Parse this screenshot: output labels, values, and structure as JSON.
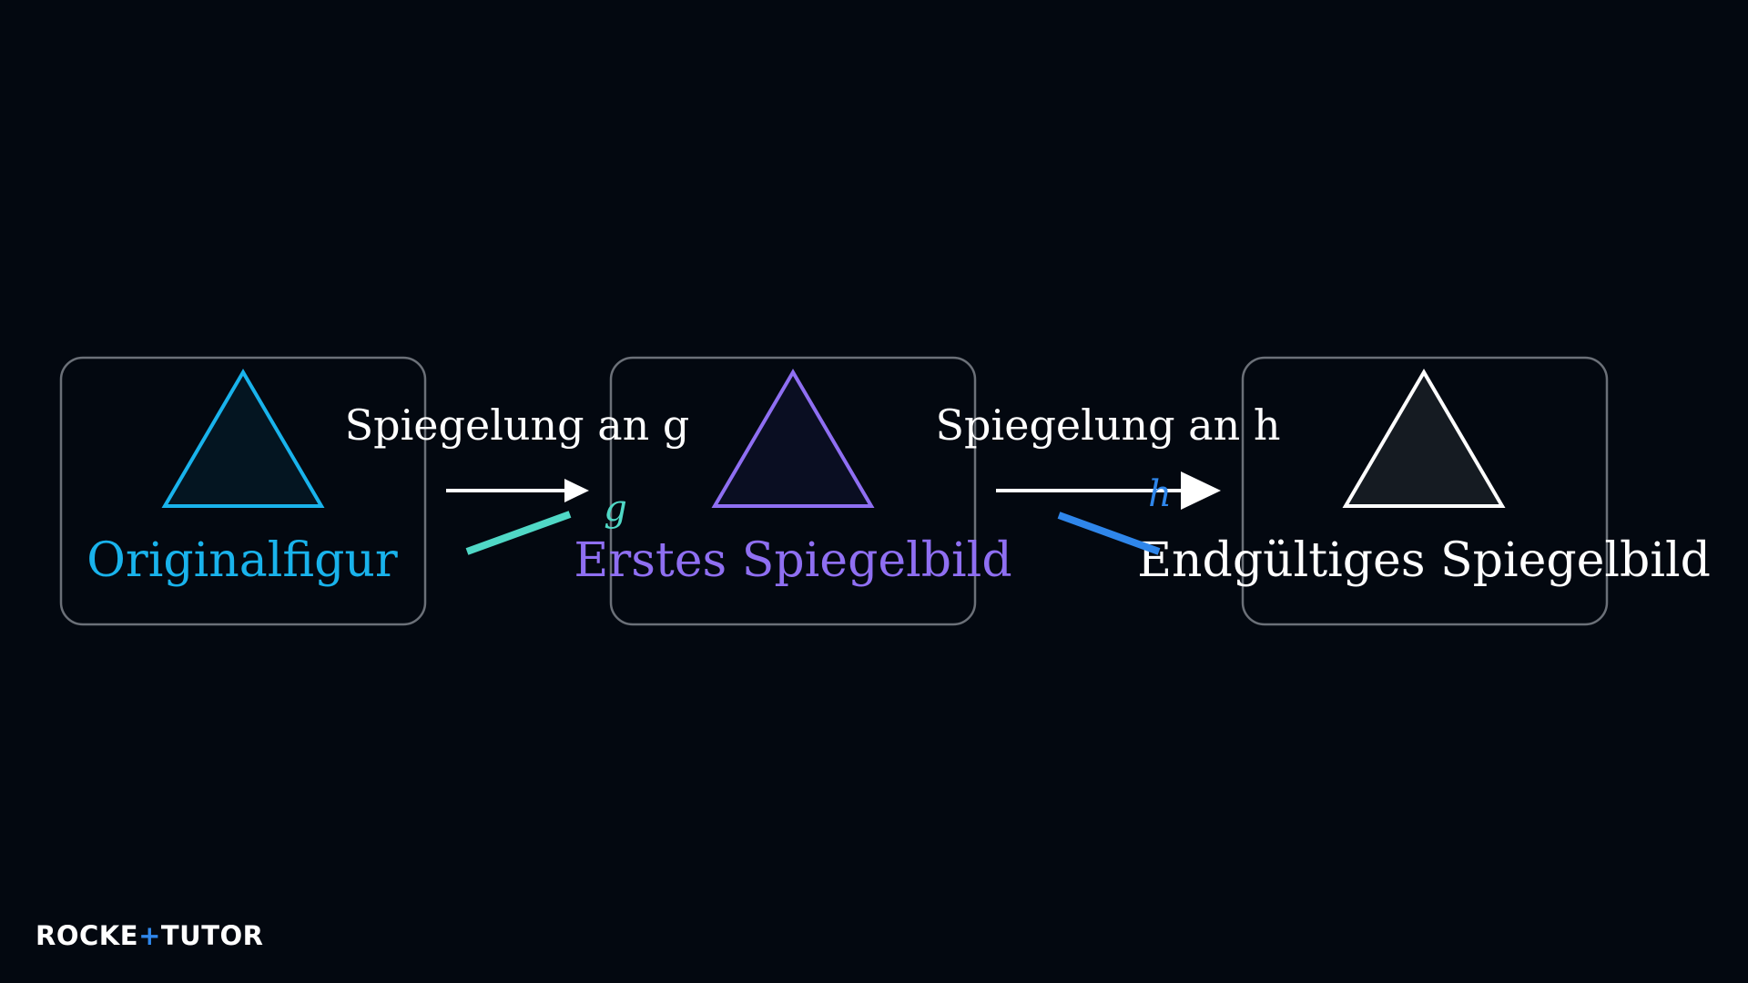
{
  "colors": {
    "background": "#030810",
    "frame": "#6b7078",
    "original": "#19b3ec",
    "first": "#8f6ff2",
    "final": "#ffffff",
    "arrow": "#ffffff",
    "line_g": "#50d8c6",
    "line_h": "#2f86ea",
    "label_text": "#ffffff",
    "logo_text": "#ffffff",
    "logo_accent": "#2f86ea"
  },
  "stages": [
    {
      "id": "original",
      "label": "Originalfigur",
      "color_key": "original",
      "fill": "#041521"
    },
    {
      "id": "first",
      "label": "Erstes Spiegelbild",
      "color_key": "first",
      "fill": "#0a0e22"
    },
    {
      "id": "final",
      "label": "Endgültiges Spiegelbild",
      "color_key": "final",
      "fill": "#151b22"
    }
  ],
  "transitions": [
    {
      "id": "reflect-g",
      "label": "Spiegelung an g",
      "axis_label": "g",
      "axis_color_key": "line_g"
    },
    {
      "id": "reflect-h",
      "label": "Spiegelung an h",
      "axis_label": "h",
      "axis_color_key": "line_h"
    }
  ],
  "logo": {
    "text_left": "ROCKE",
    "plus": "+",
    "text_right": "TUTO",
    "r_end": "R"
  }
}
